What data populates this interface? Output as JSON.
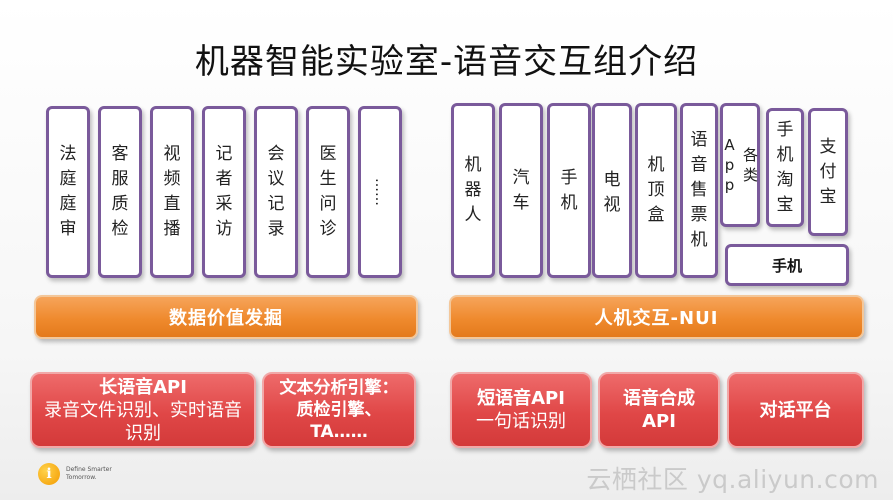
{
  "title": "机器智能实验室-语音交互组介绍",
  "left_cards": [
    "法庭庭审",
    "客服质检",
    "视频直播",
    "记者采访",
    "会议记录",
    "医生问诊",
    "……"
  ],
  "right_cards": [
    "机器人",
    "汽车",
    "手机",
    "电视",
    "机顶盒",
    "语音售票机"
  ],
  "app_card": {
    "col1": "App",
    "col2": "各类"
  },
  "phone_apps": [
    "手机淘宝",
    "支付宝"
  ],
  "phone_label": "手机",
  "bar_left": "数据价值发掘",
  "bar_right": "人机交互-NUI",
  "boxes": {
    "long_api": {
      "title": "长语音API",
      "desc": "录音文件识别、实时语音识别"
    },
    "text_engine": {
      "line1": "文本分析引擎：",
      "line2": "质检引擎、",
      "line3": "TA……"
    },
    "short_api": {
      "title": "短语音API",
      "desc": "一句话识别"
    },
    "tts_api": {
      "line1": "语音合成",
      "line2": "API"
    },
    "dialog": {
      "label": "对话平台"
    }
  },
  "logo": {
    "mark": "i",
    "line1": "Define Smarter",
    "line2": "Tomorrow."
  },
  "watermark": "云栖社区 yq.aliyun.com",
  "colors": {
    "card_border": "#7a5a9b",
    "orange": "#ef8a2e",
    "red": "#e04747"
  }
}
